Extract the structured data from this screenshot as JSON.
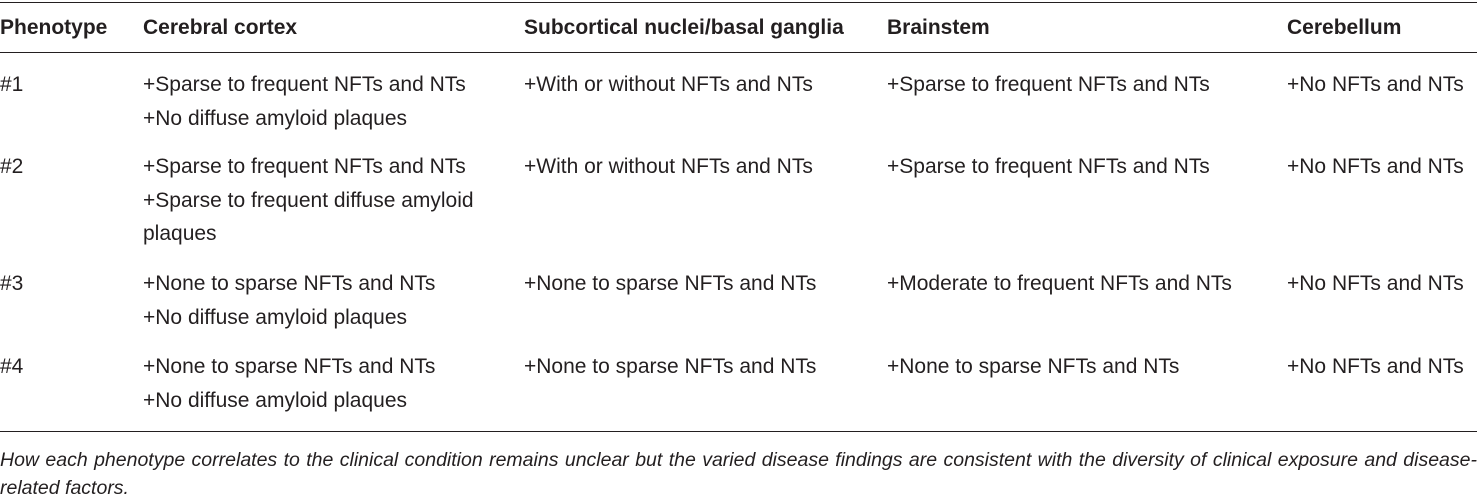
{
  "table": {
    "headers": [
      "Phenotype",
      "Cerebral cortex",
      "Subcortical nuclei/basal ganglia",
      "Brainstem",
      "Cerebellum"
    ],
    "rows": [
      {
        "phenotype": "#1",
        "cortex": [
          "+Sparse to frequent NFTs and NTs",
          "+No diffuse amyloid plaques"
        ],
        "subcortical": "+With or without NFTs and NTs",
        "brainstem": "+Sparse to frequent NFTs and NTs",
        "cerebellum": "+No NFTs and NTs"
      },
      {
        "phenotype": "#2",
        "cortex": [
          "+Sparse to frequent NFTs and NTs",
          "+Sparse to frequent diffuse amyloid",
          "plaques"
        ],
        "subcortical": "+With or without NFTs and NTs",
        "brainstem": "+Sparse to frequent NFTs and NTs",
        "cerebellum": "+No NFTs and NTs"
      },
      {
        "phenotype": "#3",
        "cortex": [
          "+None to sparse NFTs and NTs",
          "+No diffuse amyloid plaques"
        ],
        "subcortical": "+None to sparse NFTs and NTs",
        "brainstem": "+Moderate to frequent NFTs and NTs",
        "cerebellum": "+No NFTs and NTs"
      },
      {
        "phenotype": "#4",
        "cortex": [
          "+None to sparse NFTs and NTs",
          "+No diffuse amyloid plaques"
        ],
        "subcortical": "+None to sparse NFTs and NTs",
        "brainstem": "+None to sparse NFTs and NTs",
        "cerebellum": "+No NFTs and NTs"
      }
    ],
    "footnote": "How each phenotype correlates to the clinical condition remains unclear but the varied disease findings are consistent with the diversity of clinical exposure and disease-related factors."
  }
}
